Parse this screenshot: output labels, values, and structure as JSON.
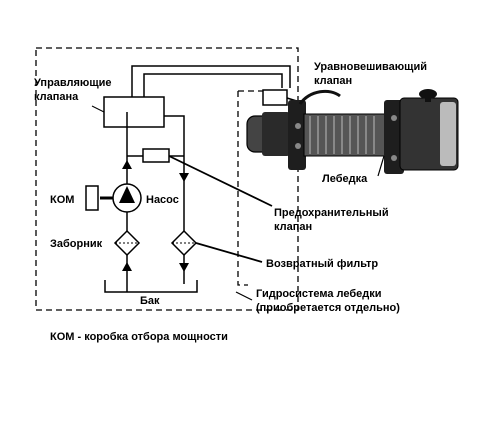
{
  "labels": {
    "control_valve": "Управляющие клапана",
    "balancing_valve": "Уравновешивающий клапан",
    "winch": "Лебедка",
    "kom": "КОМ",
    "pump": "Насос",
    "safety_valve": "Предохранительный клапан",
    "intake": "Заборник",
    "return_filter": "Возвратный фильтр",
    "tank": "Бак",
    "hydrosystem": "Гидросистема лебедки (приобретается отдельно)",
    "footnote": "КОМ - коробка отбора мощности"
  },
  "colors": {
    "line": "#000000",
    "background": "#ffffff",
    "winch_fill": "#222222"
  }
}
